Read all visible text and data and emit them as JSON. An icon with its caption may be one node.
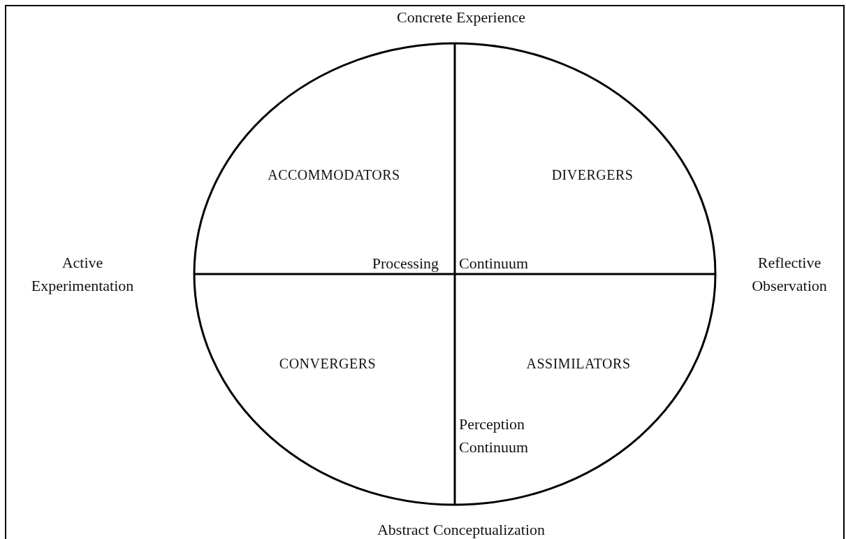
{
  "diagram": {
    "labels": [
      "Concrete Experience",
      "ACCOMMODATORS",
      "DIVERGERS",
      "Active Experimentation",
      "Processing",
      "Continuum",
      "Reflective Observation",
      "CONVERGERS",
      "ASSIMILATORS",
      "Perception Continuum",
      "Abstract Conceptualization"
    ]
  }
}
